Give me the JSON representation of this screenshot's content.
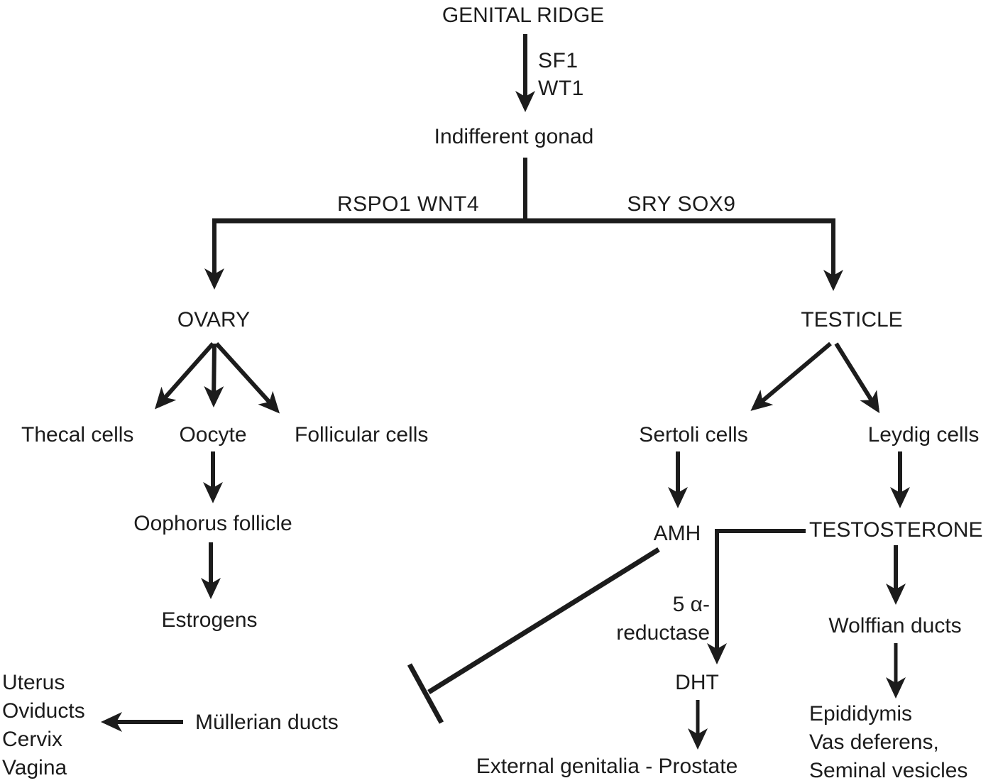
{
  "diagram": {
    "type": "flowchart",
    "topic": "Gonadal differentiation pathway",
    "colors": {
      "ink": "#1c1c1c",
      "background": "#ffffff"
    },
    "nodes": {
      "genital_ridge": "GENITAL RIDGE",
      "sf1": "SF1",
      "wt1": "WT1",
      "indifferent_gonad": "Indifferent gonad",
      "rspo1_wnt4": "RSPO1 WNT4",
      "sry_sox9": "SRY SOX9",
      "ovary": "OVARY",
      "thecal_cells": "Thecal cells",
      "oocyte": "Oocyte",
      "follicular_cells": "Follicular cells",
      "oophorus_follicle": "Oophorus follicle",
      "estrogens": "Estrogens",
      "testicle": "TESTICLE",
      "sertoli_cells": "Sertoli cells",
      "leydig_cells": "Leydig cells",
      "amh": "AMH",
      "testosterone": "TESTOSTERONE",
      "five_alpha_line1": "5 α-",
      "five_alpha_line2": "reductase",
      "dht": "DHT",
      "external_genitalia": "External genitalia - Prostate",
      "wolffian_ducts": "Wolffian ducts",
      "wolffian_target_1": "Epididymis",
      "wolffian_target_2": "Vas deferens,",
      "wolffian_target_3": "Seminal vesicles",
      "mullerian_ducts": "Müllerian ducts",
      "mullerian_target_1": "Uterus",
      "mullerian_target_2": "Oviducts",
      "mullerian_target_3": "Cervix",
      "mullerian_target_4": "Vagina"
    },
    "edges": [
      {
        "from": "GENITAL RIDGE",
        "to": "Indifferent gonad",
        "label": "SF1 WT1",
        "kind": "arrow"
      },
      {
        "from": "Indifferent gonad",
        "to": "OVARY",
        "label": "RSPO1 WNT4",
        "kind": "arrow"
      },
      {
        "from": "Indifferent gonad",
        "to": "TESTICLE",
        "label": "SRY SOX9",
        "kind": "arrow"
      },
      {
        "from": "OVARY",
        "to": "Thecal cells",
        "label": "",
        "kind": "arrow"
      },
      {
        "from": "OVARY",
        "to": "Oocyte",
        "label": "",
        "kind": "arrow"
      },
      {
        "from": "OVARY",
        "to": "Follicular cells",
        "label": "",
        "kind": "arrow"
      },
      {
        "from": "Oocyte",
        "to": "Oophorus follicle",
        "label": "",
        "kind": "arrow"
      },
      {
        "from": "Oophorus follicle",
        "to": "Estrogens",
        "label": "",
        "kind": "arrow"
      },
      {
        "from": "TESTICLE",
        "to": "Sertoli cells",
        "label": "",
        "kind": "arrow"
      },
      {
        "from": "TESTICLE",
        "to": "Leydig cells",
        "label": "",
        "kind": "arrow"
      },
      {
        "from": "Sertoli cells",
        "to": "AMH",
        "label": "",
        "kind": "arrow"
      },
      {
        "from": "Leydig cells",
        "to": "TESTOSTERONE",
        "label": "",
        "kind": "arrow"
      },
      {
        "from": "TESTOSTERONE",
        "to": "DHT",
        "label": "5 α-reductase",
        "kind": "arrow"
      },
      {
        "from": "TESTOSTERONE",
        "to": "Wolffian ducts",
        "label": "",
        "kind": "arrow"
      },
      {
        "from": "DHT",
        "to": "External genitalia - Prostate",
        "label": "",
        "kind": "arrow"
      },
      {
        "from": "Wolffian ducts",
        "to": "Epididymis Vas deferens, Seminal vesicles",
        "label": "",
        "kind": "arrow"
      },
      {
        "from": "AMH",
        "to": "Müllerian ducts",
        "label": "",
        "kind": "inhibition"
      },
      {
        "from": "Müllerian ducts",
        "to": "Uterus Oviducts Cervix Vagina",
        "label": "",
        "kind": "arrow"
      }
    ]
  }
}
